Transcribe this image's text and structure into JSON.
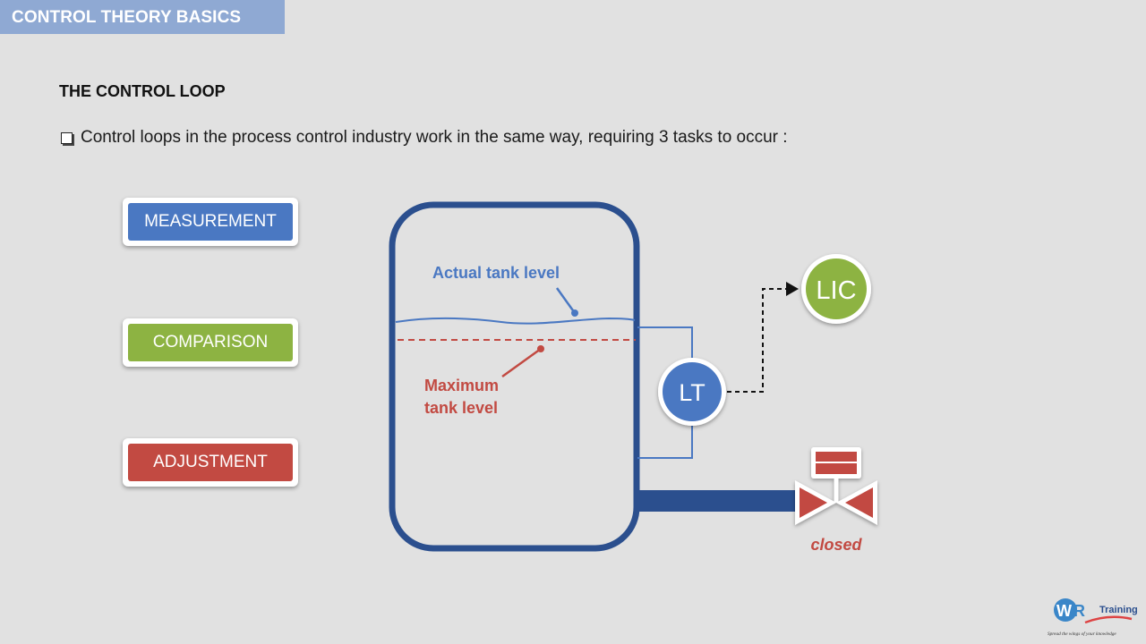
{
  "header": {
    "title": "CONTROL THEORY BASICS"
  },
  "slide": {
    "title": "THE CONTROL LOOP",
    "bullet": "Control loops in the process control industry work in the same way, requiring 3 tasks to occur :"
  },
  "tasks": [
    {
      "label": "MEASUREMENT",
      "color": "#4a78c2"
    },
    {
      "label": "COMPARISON",
      "color": "#8db342"
    },
    {
      "label": "ADJUSTMENT",
      "color": "#c24a42"
    }
  ],
  "diagram": {
    "actual_level_label": "Actual tank level",
    "max_level_label_line1": "Maximum",
    "max_level_label_line2": "tank level",
    "transmitter_label": "LT",
    "controller_label": "LIC",
    "valve_state": "closed",
    "colors": {
      "tank": "#2b4f8e",
      "actual_level": "#4a78c2",
      "max_level": "#c24a42",
      "lt": "#4a78c2",
      "lic": "#8db342",
      "valve": "#c24a42"
    }
  },
  "logo": {
    "brand": "Training",
    "tagline": "Spread the wings of your knowledge"
  }
}
